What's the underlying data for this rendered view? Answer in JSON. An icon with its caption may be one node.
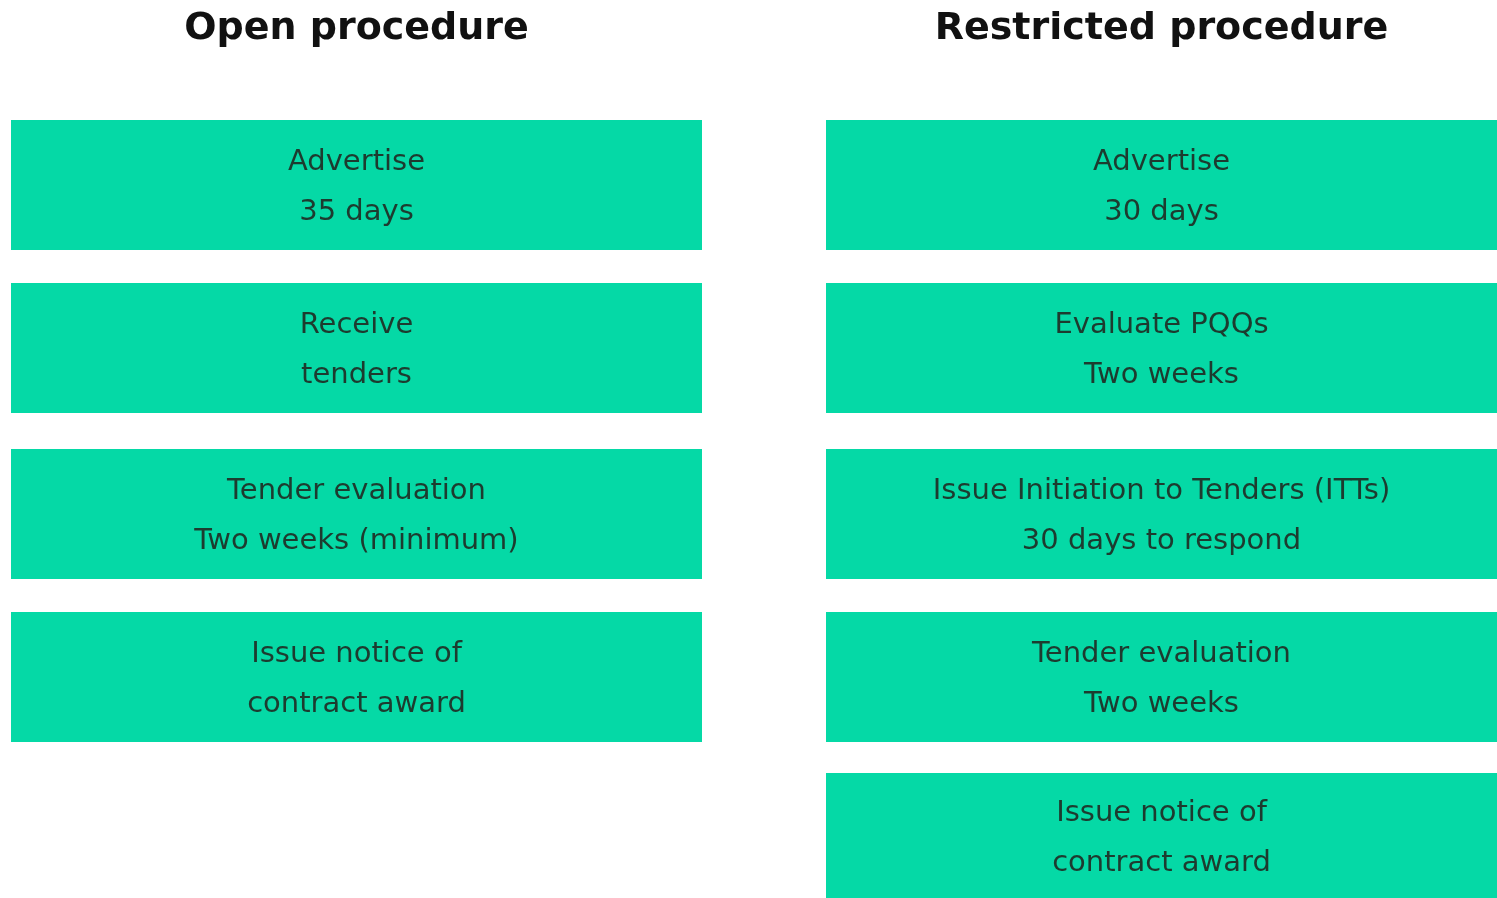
{
  "diagram": {
    "nodes": [
      {
        "text": [
          "Advertise",
          "35 days"
        ]
      },
      {
        "text": [
          "Receive tenders"
        ]
      },
      {
        "text": [
          "Tender evaluation",
          "Two weeks (minimum)"
        ]
      },
      {
        "text": [
          "Issue notice of contract award"
        ]
      },
      {
        "text": [
          "Advertise",
          "30 days"
        ]
      },
      {
        "text": [
          "Evaluate PQQs",
          "Two weeks"
        ]
      },
      {
        "text": [
          "Issue Initiation to Tenders (ITTs)",
          "30 days to respond"
        ]
      },
      {
        "text": [
          "Tender evaluation",
          "Two weeks"
        ]
      },
      {
        "text": [
          "Issue notice of contract award"
        ]
      }
    ],
    "edges": [],
    "labels": [
      "Open procedure",
      "Restricted procedure"
    ]
  }
}
